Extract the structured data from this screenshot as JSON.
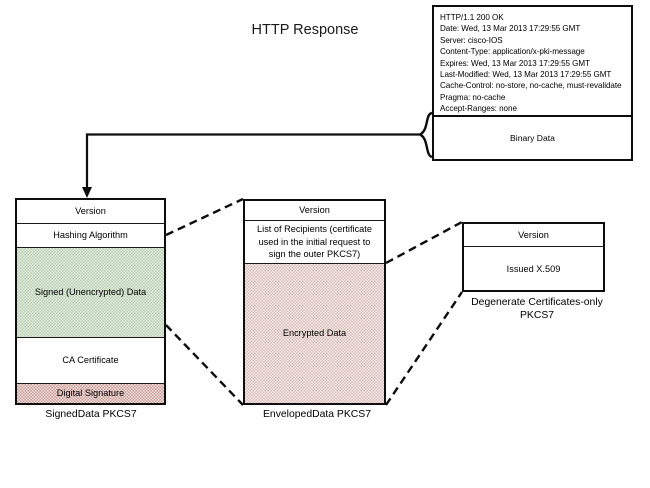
{
  "diagram": {
    "title": "HTTP Response",
    "http_response": {
      "header_lines": [
        "HTTP/1.1 200 OK",
        "Date: Wed, 13 Mar 2013 17:29:55 GMT",
        "Server: cisco-IOS",
        "Content-Type: application/x-pki-message",
        "Expires: Wed, 13 Mar 2013 17:29:55 GMT",
        "Last-Modified: Wed, 13 Mar 2013 17:29:55 GMT",
        "Cache-Control: no-store, no-cache, must-revalidate",
        "Pragma: no-cache",
        "Accept-Ranges: none"
      ],
      "body_label": "Binary Data"
    },
    "signed_data": {
      "caption": "SignedData PKCS7",
      "rows": [
        {
          "label": "Version",
          "fill": "none"
        },
        {
          "label": "Hashing Algorithm",
          "fill": "none"
        },
        {
          "label": "Signed (Unencrypted) Data",
          "fill": "green"
        },
        {
          "label": "CA Certificate",
          "fill": "none"
        },
        {
          "label": "Digital Signature",
          "fill": "pink"
        }
      ]
    },
    "enveloped_data": {
      "caption": "EnvelopedData PKCS7",
      "rows": [
        {
          "label": "Version",
          "fill": "none"
        },
        {
          "label": "List of Recipients (certificate used in the initial request to sign the outer PKCS7)",
          "fill": "none"
        },
        {
          "label": "Encrypted Data",
          "fill": "pink-light"
        }
      ]
    },
    "degenerate_certs": {
      "caption": "Degenerate Certificates-only PKCS7",
      "rows": [
        {
          "label": "Version",
          "fill": "none"
        },
        {
          "label": "Issued X.509",
          "fill": "none"
        }
      ]
    },
    "colors": {
      "stroke": "#0d0d0d",
      "green_fill": "#e4eee1",
      "green_hatch": "#b9cfb2",
      "pink_fill": "#f3e2e2",
      "pink_hatch": "#c79a94",
      "pink_light_fill": "#f6eceb",
      "pink_light_hatch": "#d8bbb6",
      "background": "#ffffff"
    }
  }
}
